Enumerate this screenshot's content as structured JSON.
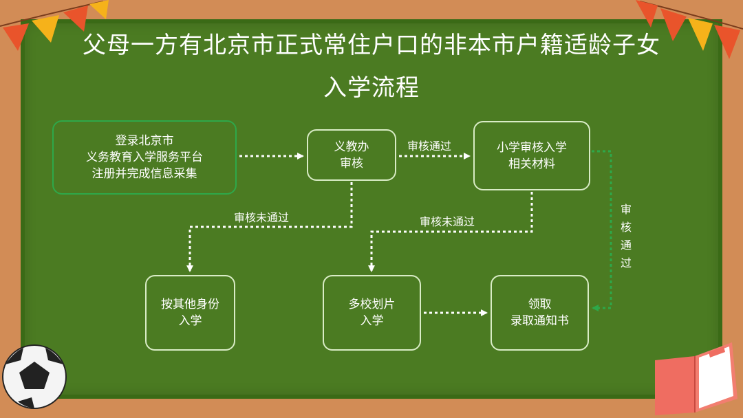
{
  "title": {
    "line1": "父母一方有北京市正式常住户口的非本市户籍适龄子女",
    "line2": "入学流程"
  },
  "nodes": {
    "register": [
      "登录北京市",
      "义务教育入学服务平台",
      "注册并完成信息采集"
    ],
    "review": [
      "义教办",
      "审核"
    ],
    "school_review": [
      "小学审核入学",
      "相关材料"
    ],
    "other_identity": [
      "按其他身份",
      "入学"
    ],
    "multi_school": [
      "多校划片",
      "入学"
    ],
    "notice": [
      "领取",
      "录取通知书"
    ]
  },
  "labels": {
    "pass_1": "审核通过",
    "fail_1": "审核未通过",
    "fail_2": "审核未通过",
    "pass_2": [
      "审",
      "核",
      "通",
      "过"
    ]
  },
  "colors": {
    "background": "#d28c56",
    "board": "#4b7b22",
    "box_border": "#d9ecc6",
    "accent_arrow": "#2ea84a",
    "text": "#ffffff"
  }
}
